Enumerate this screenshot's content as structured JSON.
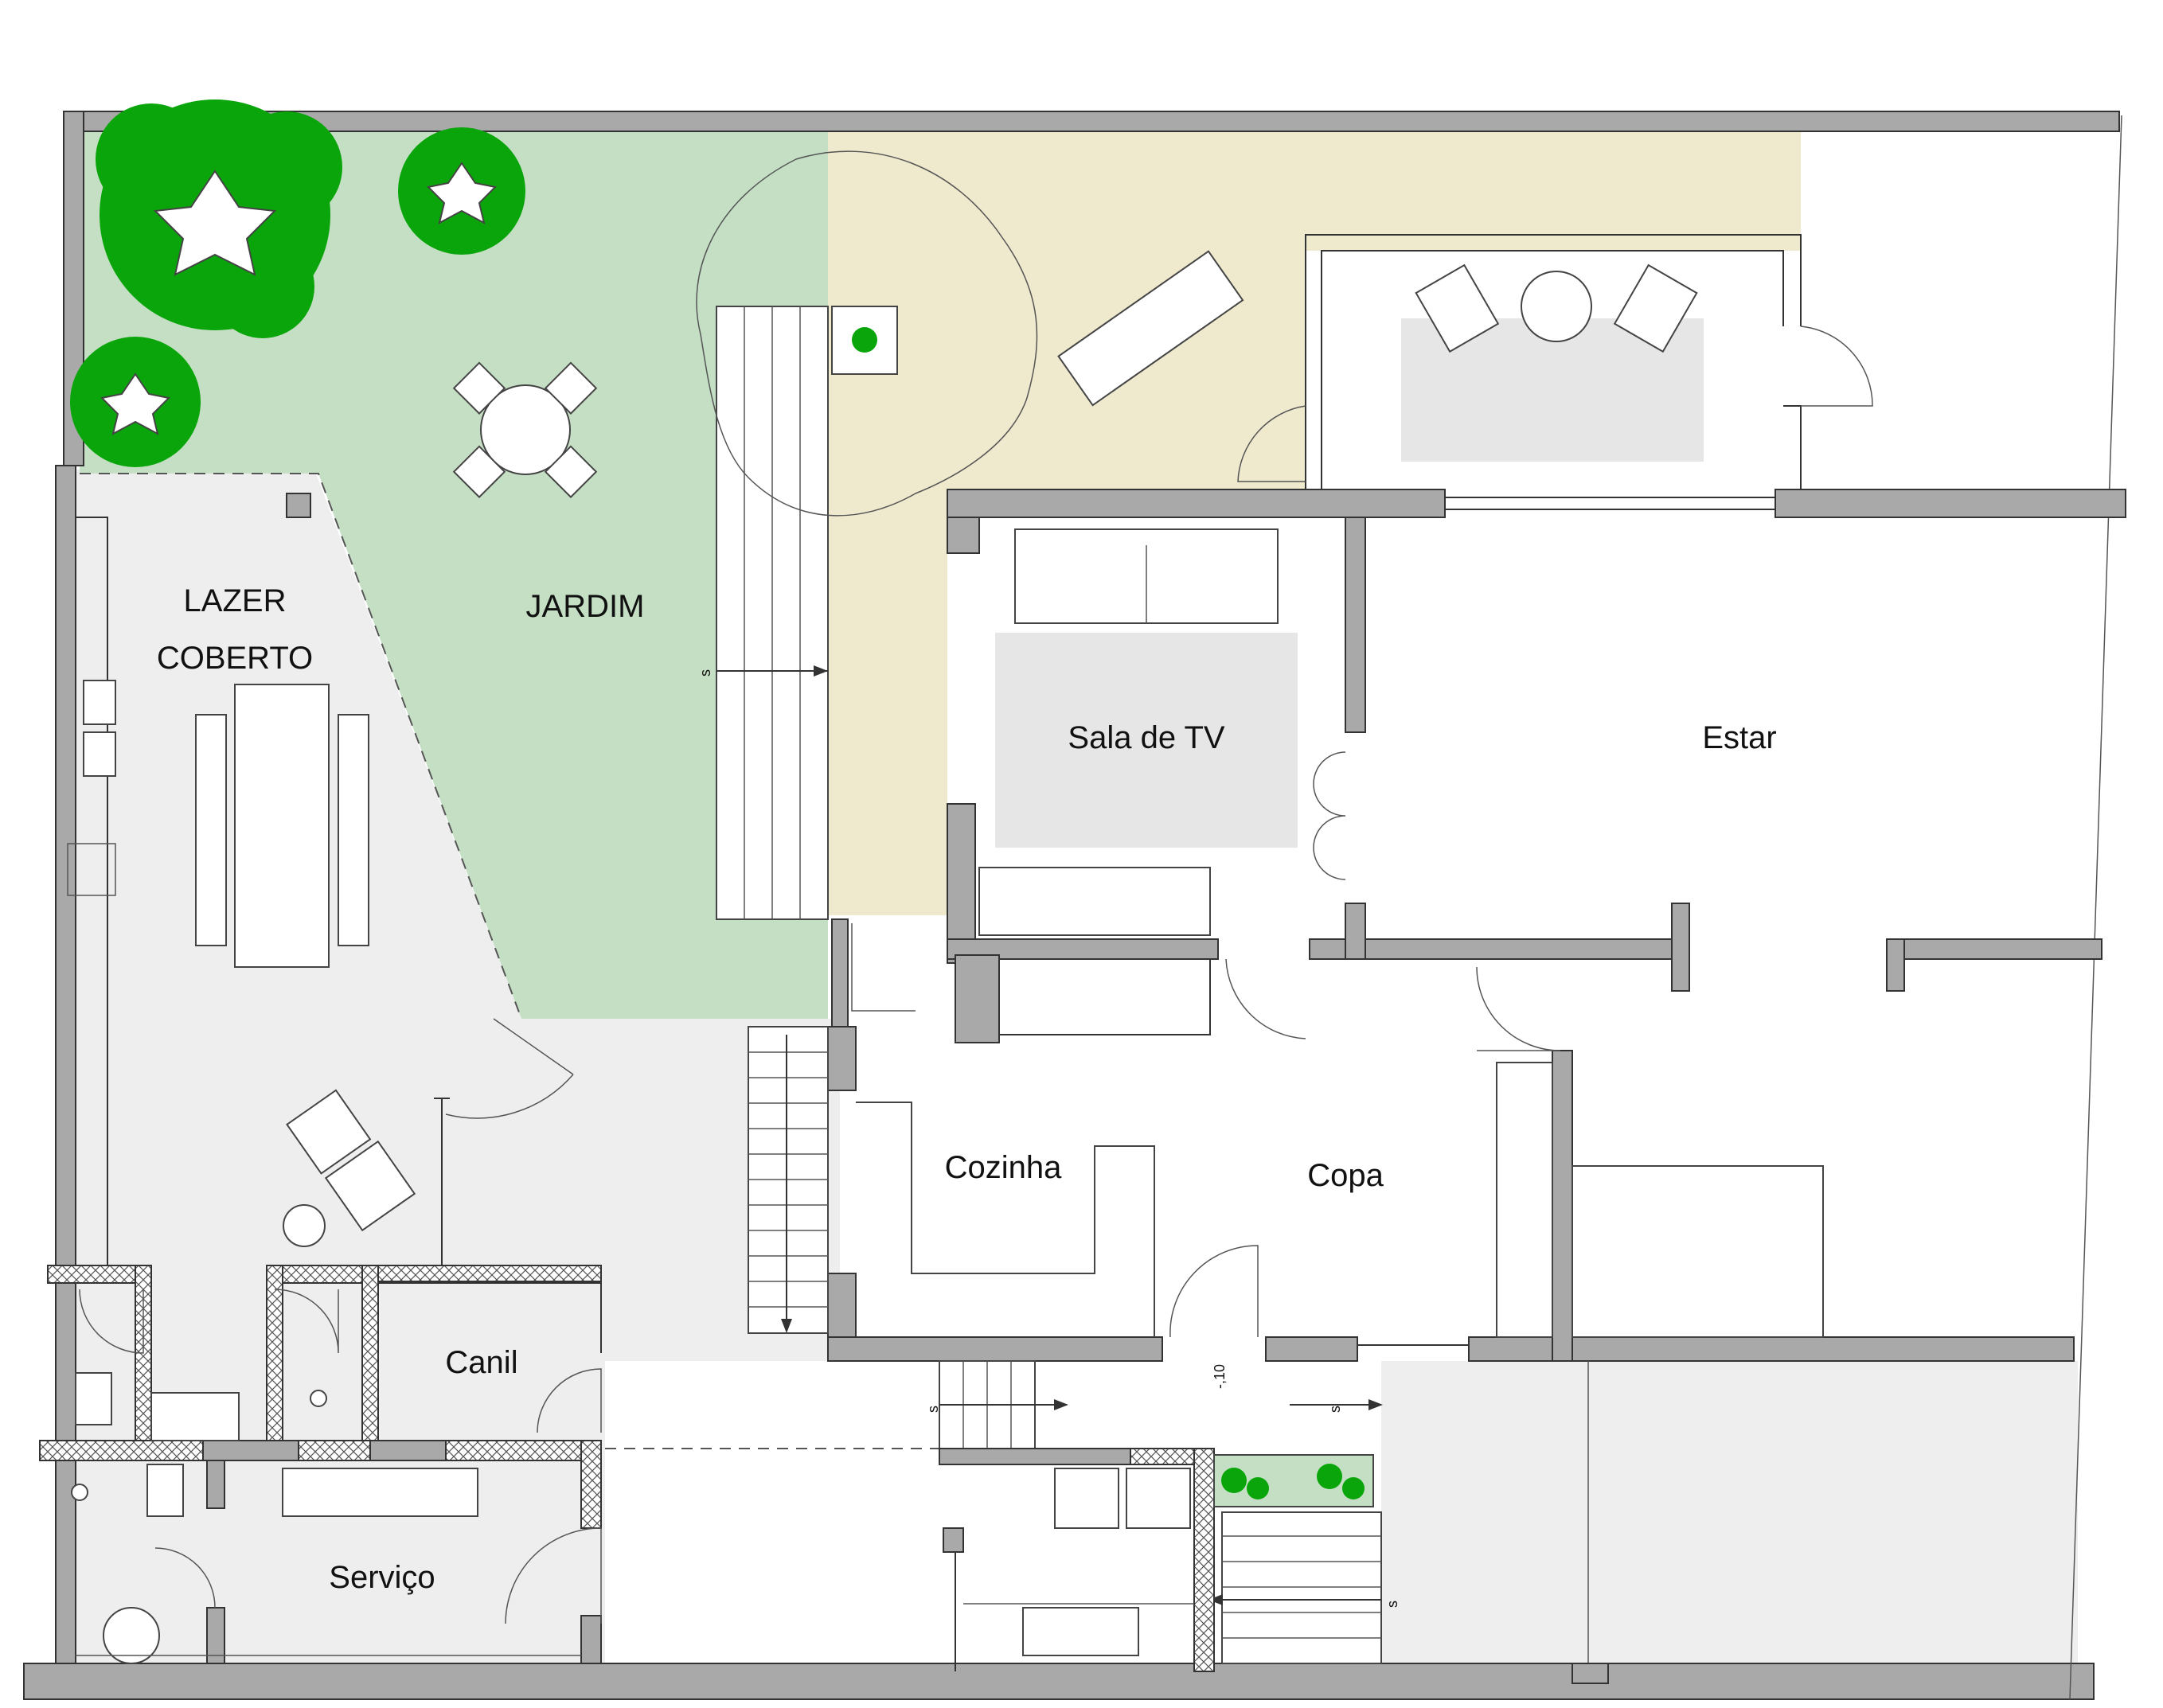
{
  "rooms": {
    "lazer_line1": "LAZER",
    "lazer_line2": "COBERTO",
    "jardim": "JARDIM",
    "sala_tv": "Sala de TV",
    "estar": "Estar",
    "cozinha": "Cozinha",
    "copa": "Copa",
    "canil": "Canil",
    "servico": "Serviço"
  },
  "marks": {
    "stair_s": "s",
    "level": "-,10"
  },
  "colors": {
    "garden": "#c5dfc5",
    "deck": "#efe9cd",
    "covered": "#eeeeee",
    "rug": "#e6e6e6",
    "tree": "#0aa50a",
    "wall": "#a9a9a9"
  }
}
